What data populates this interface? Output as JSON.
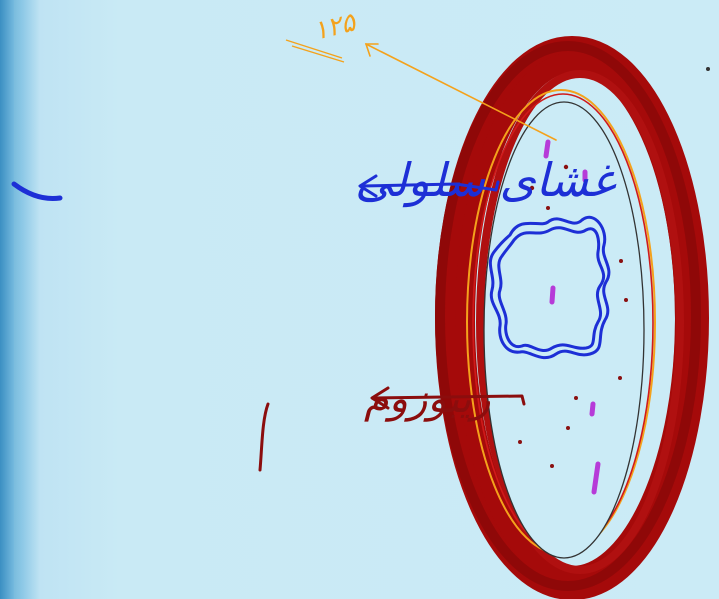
{
  "diagram": {
    "labels": {
      "top_label": "۱۲۵",
      "membrane_label": "غشای سلولی",
      "ribosome_label": "ریبوزوم"
    },
    "colors": {
      "background": "#cbebf6",
      "cell_wall": "#a50a0a",
      "membrane_arrow": "#1d2fd6",
      "dna": "#1d2fd6",
      "ribosome_arrow": "#8b0d0d",
      "top_arrow": "#f4a21c",
      "inclusion": "#b63bd8",
      "ribosome_dot": "#8a1010"
    },
    "icons": {
      "arrow_top": "arrow-left-icon",
      "arrow_membrane": "arrow-left-icon",
      "arrow_ribosome": "arrow-left-icon"
    }
  }
}
